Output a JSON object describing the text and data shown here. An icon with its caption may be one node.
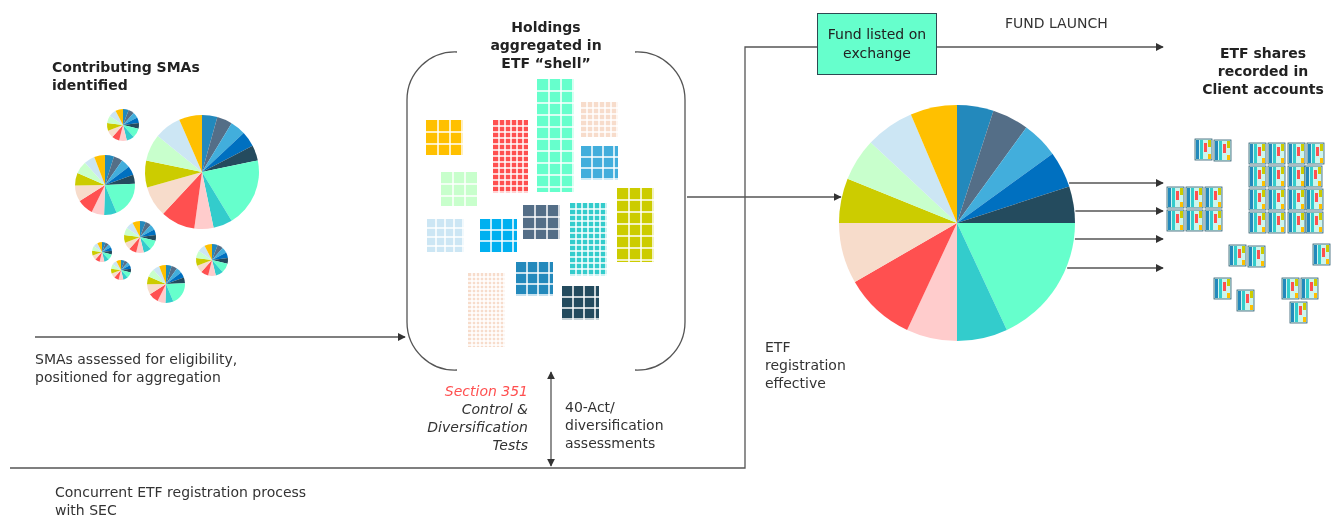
{
  "diagram": {
    "nodes": [
      {
        "text": [
          "Contributing SMAs identified"
        ]
      },
      {
        "text": [
          "Holdings aggregated in ETF “shell”"
        ]
      },
      {
        "text": [],
        "shape": "circle"
      },
      {
        "text": [
          "Fund listed on exchange"
        ]
      },
      {
        "text": [
          "ETF shares recorded in Client accounts"
        ]
      }
    ],
    "edges": [
      {
        "from": null,
        "to": 1,
        "arrow": "to",
        "label": "SMAs assessed for eligibility, positioned for aggregation"
      },
      {
        "from": 1,
        "to": 2,
        "arrow": "to"
      },
      {
        "from": null,
        "to": 3,
        "arrow": "none",
        "label": "ETF registration effective"
      },
      {
        "from": 3,
        "to": 4,
        "arrow": "to",
        "label": "FUND LAUNCH"
      },
      {
        "from": 2,
        "to": 4,
        "arrow": "to"
      },
      {
        "from": 2,
        "to": 4,
        "arrow": "to"
      },
      {
        "from": 2,
        "to": 4,
        "arrow": "to"
      },
      {
        "from": 2,
        "to": 4,
        "arrow": "to"
      },
      {
        "from": 1,
        "to": null,
        "arrow": "both",
        "label": "40-Act/ diversification assessments"
      }
    ],
    "labels": [
      "Section 351",
      "Control & Diversification Tests",
      "Concurrent ETF registration process with SEC"
    ]
  }
}
